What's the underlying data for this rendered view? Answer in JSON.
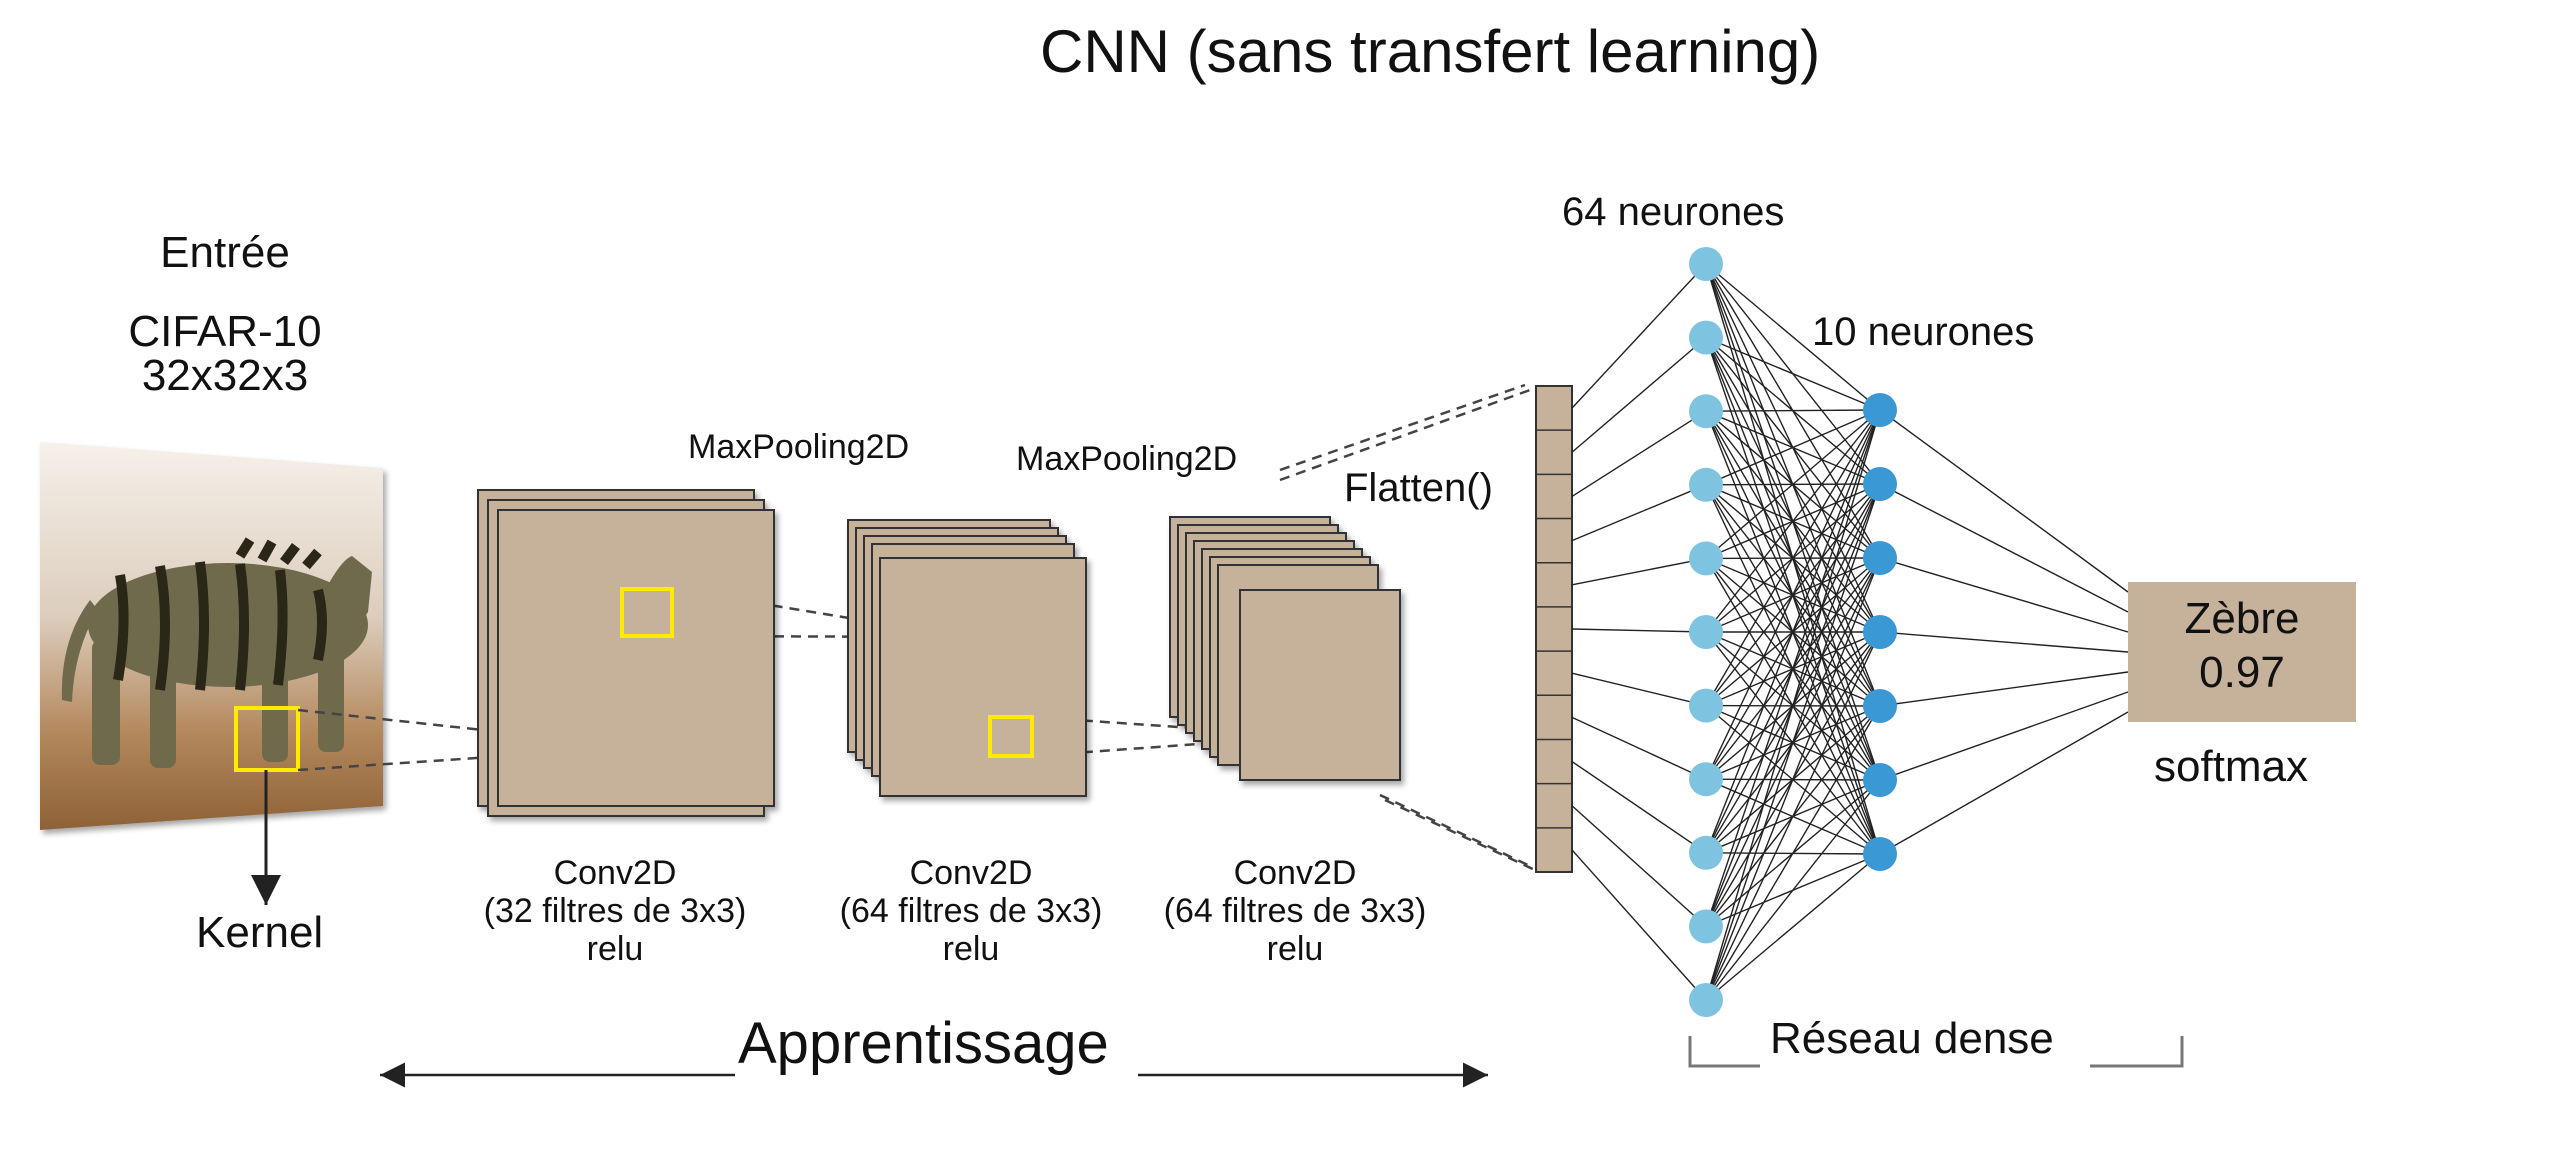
{
  "title": "CNN (sans transfert learning)",
  "input": {
    "line1": "Entrée",
    "line2": "CIFAR-10",
    "line3": "32x32x3"
  },
  "kernel_label": "Kernel",
  "maxpool_labels": [
    "MaxPooling2D",
    "MaxPooling2D"
  ],
  "conv_layers": [
    {
      "name": "Conv2D",
      "filters": "(32 filtres de 3x3)",
      "activation": "relu"
    },
    {
      "name": "Conv2D",
      "filters": "(64 filtres de 3x3)",
      "activation": "relu"
    },
    {
      "name": "Conv2D",
      "filters": "(64 filtres de 3x3)",
      "activation": "relu"
    }
  ],
  "flatten_label": "Flatten()",
  "dense": {
    "layer1_label": "64 neurones",
    "layer2_label": "10 neurones",
    "section_label": "Réseau dense"
  },
  "output": {
    "class": "Zèbre",
    "score": "0.97",
    "activation": "softmax"
  },
  "training_label": "Apprentissage",
  "colors": {
    "feature_map": "#c6b29a",
    "kernel_box": "#ffea00",
    "neuron_layer1": "#7ec3e0",
    "neuron_layer2": "#3a98d4",
    "output_box": "#c6b29a"
  }
}
